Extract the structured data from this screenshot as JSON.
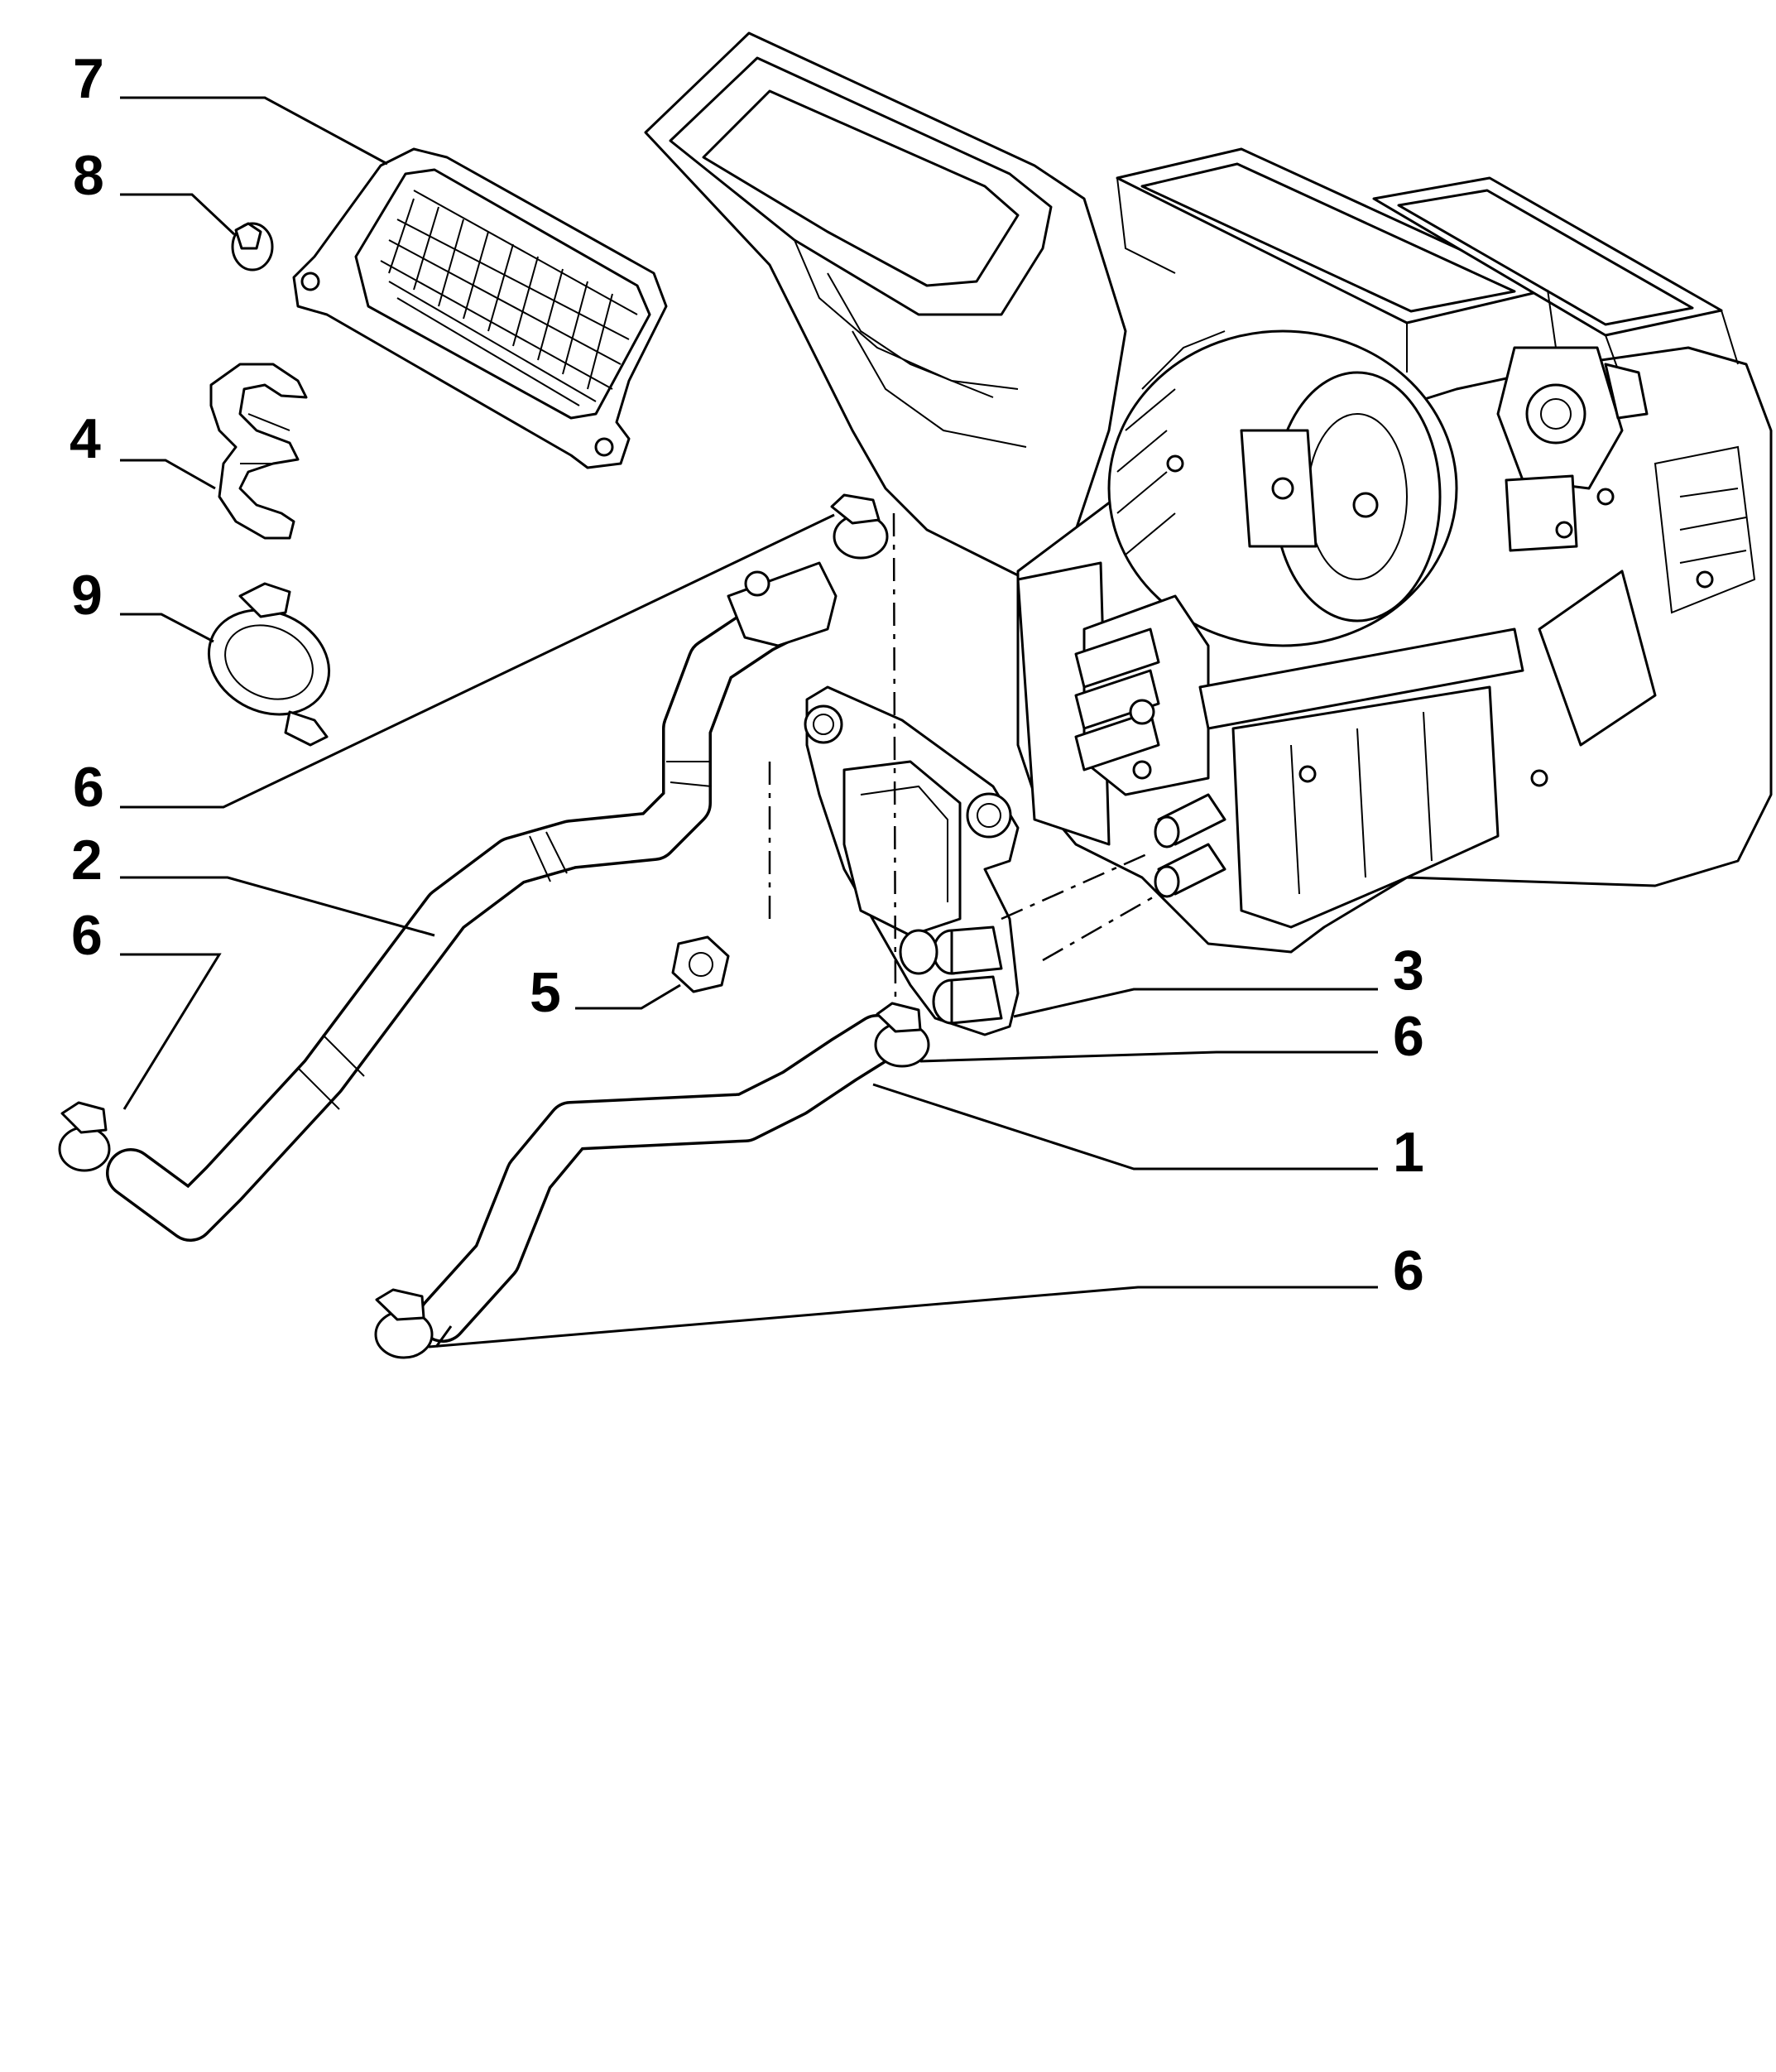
{
  "diagram": {
    "callouts": [
      {
        "id": "c7",
        "label": "7"
      },
      {
        "id": "c8",
        "label": "8"
      },
      {
        "id": "c4",
        "label": "4"
      },
      {
        "id": "c9",
        "label": "9"
      },
      {
        "id": "c6a",
        "label": "6"
      },
      {
        "id": "c2",
        "label": "2"
      },
      {
        "id": "c6b",
        "label": "6"
      },
      {
        "id": "c5",
        "label": "5"
      },
      {
        "id": "c3",
        "label": "3"
      },
      {
        "id": "c6c",
        "label": "6"
      },
      {
        "id": "c1",
        "label": "1"
      },
      {
        "id": "c6d",
        "label": "6"
      }
    ]
  }
}
